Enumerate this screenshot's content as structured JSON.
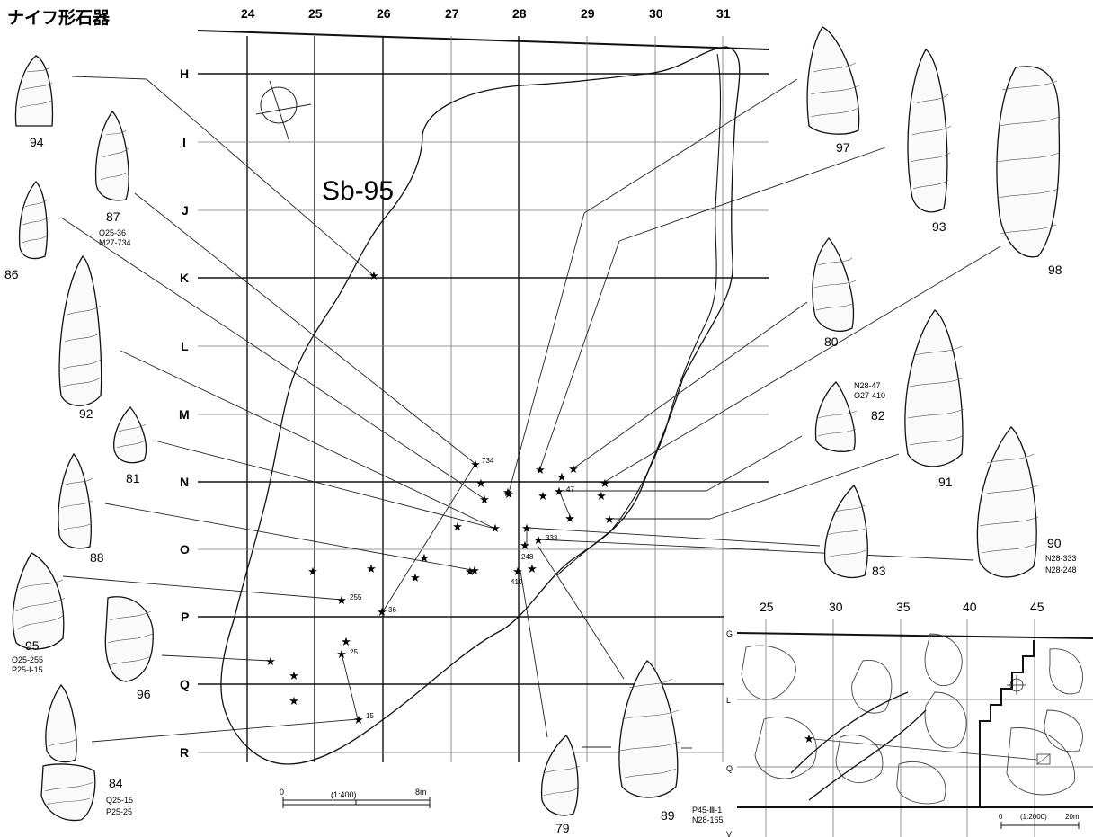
{
  "title": "ナイフ形石器",
  "site_label": "Sb-95",
  "grid": {
    "columns": [
      "24",
      "25",
      "26",
      "27",
      "28",
      "29",
      "30",
      "31"
    ],
    "rows": [
      "H",
      "I",
      "J",
      "K",
      "L",
      "M",
      "N",
      "O",
      "P",
      "Q",
      "R"
    ]
  },
  "artifacts": [
    {
      "num": "94"
    },
    {
      "num": "87",
      "codes": [
        "O25-36",
        "M27-734"
      ]
    },
    {
      "num": "86"
    },
    {
      "num": "92"
    },
    {
      "num": "81"
    },
    {
      "num": "88"
    },
    {
      "num": "95",
      "codes": [
        "O25-255",
        "P25-Ⅰ-15"
      ]
    },
    {
      "num": "96"
    },
    {
      "num": "84",
      "codes": [
        "Q25-15",
        "P25-25"
      ]
    },
    {
      "num": "97"
    },
    {
      "num": "93"
    },
    {
      "num": "98"
    },
    {
      "num": "80"
    },
    {
      "num": "82",
      "codes": [
        "N28-47",
        "O27-410"
      ]
    },
    {
      "num": "91"
    },
    {
      "num": "83"
    },
    {
      "num": "90",
      "codes": [
        "N28-333",
        "N28-248"
      ]
    },
    {
      "num": "79"
    },
    {
      "num": "89",
      "codes": [
        "P45-Ⅲ-1",
        "N28-165"
      ]
    }
  ],
  "point_labels": [
    "734",
    "47",
    "333",
    "248",
    "410",
    "255",
    "36",
    "25",
    "15"
  ],
  "scale_bar": {
    "start": "0",
    "ratio": "(1:400)",
    "end": "8m"
  },
  "inset": {
    "columns": [
      "25",
      "30",
      "35",
      "40",
      "45"
    ],
    "rows": [
      "G",
      "L",
      "Q",
      "V"
    ],
    "scale_start": "0",
    "scale_ratio": "(1:2000)",
    "scale_end": "20m"
  }
}
